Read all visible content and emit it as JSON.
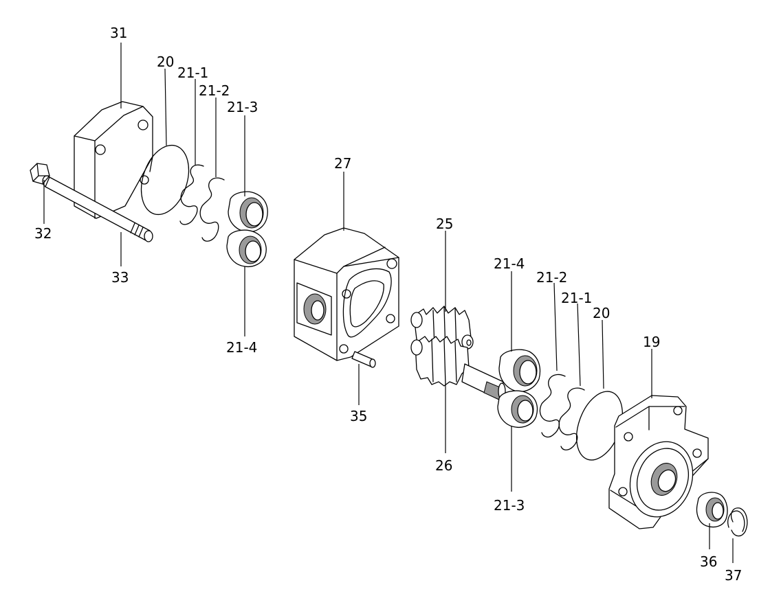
{
  "labels": {
    "p31": "31",
    "p20a": "20",
    "p21_1a": "21-1",
    "p21_2a": "21-2",
    "p21_3a": "21-3",
    "p32": "32",
    "p33": "33",
    "p21_4a": "21-4",
    "p27": "27",
    "p25": "25",
    "p21_4b": "21-4",
    "p21_2b": "21-2",
    "p21_1b": "21-1",
    "p20b": "20",
    "p19": "19",
    "p35": "35",
    "p26": "26",
    "p21_3b": "21-3",
    "p36": "36",
    "p37": "37"
  }
}
